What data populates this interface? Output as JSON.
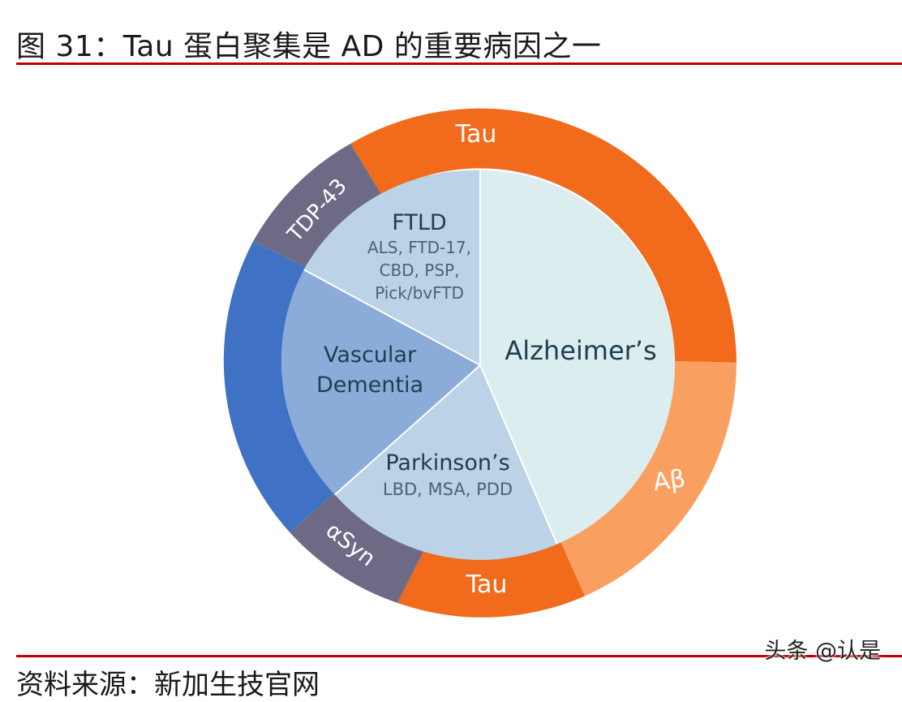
{
  "header": {
    "title": "图 31：Tau 蛋白聚集是 AD 的重要病因之一"
  },
  "diagram": {
    "outer_ring": [
      {
        "label": "Tau",
        "color": "#f26a1b"
      },
      {
        "label": "Aβ",
        "color": "#f9a060"
      },
      {
        "label": "Tau",
        "color": "#f26a1b"
      },
      {
        "label": "αSyn",
        "color": "#6e6a85"
      },
      {
        "label": "TDP-43",
        "color": "#6e6a85"
      }
    ],
    "left_arc_color": "#3f72c4",
    "inner_segments": [
      {
        "title": "Alzheimer’s",
        "color": "#dcedef"
      },
      {
        "title": "Parkinson’s",
        "detail": "LBD, MSA, PDD",
        "color": "#bcd2e6"
      },
      {
        "title": "Vascular",
        "title2": "Dementia",
        "color": "#8bacd9"
      },
      {
        "title": "FTLD",
        "detail": "ALS, FTD-17,",
        "detail2": "CBD, PSP,",
        "detail3": "Pick/bvFTD",
        "color": "#bcd2e6"
      }
    ]
  },
  "footer": {
    "source": "资料来源：新加生技官网",
    "watermark": "头条 @认是"
  }
}
